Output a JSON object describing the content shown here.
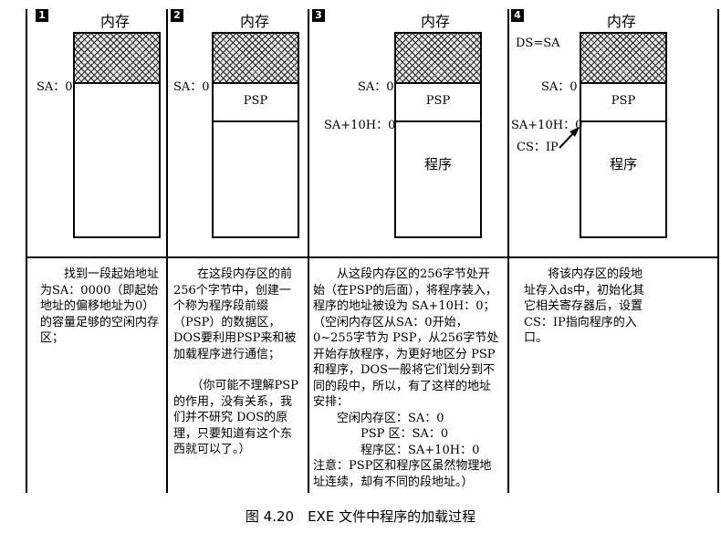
{
  "caption": "图 4.20　EXE 文件中程序的加载过程",
  "mem_title": "内存",
  "panels": [
    {
      "num": "1",
      "sa_label": "SA：0",
      "desc": [
        "　　找到一段起始地址为SA：0000（即起始地址的偏移地址为0）的容量足够的空闲内存区；"
      ]
    },
    {
      "num": "2",
      "sa_label": "SA：0",
      "psp": "PSP",
      "desc": [
        "　　在这段内存区的前256个字节中，创建一个称为程序段前缀（PSP）的数据区，DOS要利用PSP来和被加载程序进行通信；",
        "　　（你可能不理解PSP的作用，没有关系，我们并不研究 DOS的原理，只要知道有这个东西就可以了。）"
      ]
    },
    {
      "num": "3",
      "sa_label": "SA：0",
      "sa10_label": "SA+10H：0",
      "psp": "PSP",
      "prog": "程序",
      "desc": [
        "　　从这段内存区的256字节处开始（在PSP的后面），将程序装入，程序的地址被设为 SA+10H：0；（空闲内存区从SA：0开始，0~255字节为 PSP，从256字节处开始存放程序，为更好地区分 PSP和程序，DOS一般将它们划分到不同的段中，所以，有了这样的地址安排：",
        "　　空闲内存区：SA：0",
        "　　　　PSP 区：SA：0",
        "　　　　程序区：SA+10H：0",
        "注意：PSP区和程序区虽然物理地址连续，却有不同的段地址。）"
      ]
    },
    {
      "num": "4",
      "ds_label": "DS=SA",
      "sa_label": "SA：0",
      "sa10_label": "SA+10H：0",
      "cs_label": "CS：IP",
      "psp": "PSP",
      "prog": "程序",
      "desc": [
        "　　将该内存区的段地址存入ds中，初始化其它相关寄存器后，设置CS：IP指向程序的入口。"
      ]
    }
  ]
}
